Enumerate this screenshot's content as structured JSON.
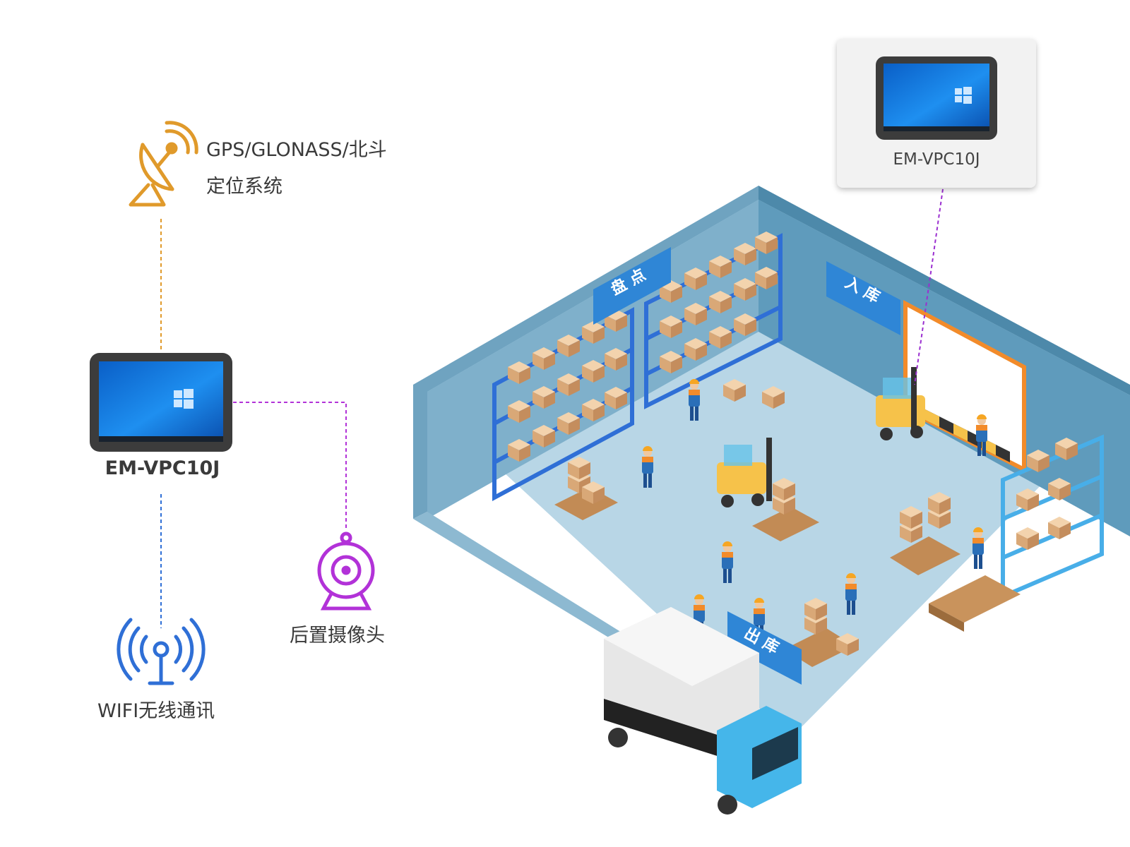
{
  "colors": {
    "gps": "#e09a2b",
    "camera": "#b232d8",
    "wifi": "#2f6fd6",
    "wall": "#6fa3c0",
    "floor": "#b8d6e6",
    "sign": "#2f86d6"
  },
  "icons": {
    "gps": "satellite-dish-icon",
    "camera": "webcam-icon",
    "wifi": "wifi-antenna-icon"
  },
  "gps": {
    "line1": "GPS/GLONASS/北斗",
    "line2": "定位系统"
  },
  "device": {
    "label": "EM-VPC10J"
  },
  "camera": {
    "label": "后置摄像头"
  },
  "wifi": {
    "label": "WIFI无线通讯"
  },
  "card": {
    "label": "EM-VPC10J"
  },
  "zones": {
    "inventory": "盘 点",
    "inbound": "入 库",
    "outbound": "出 库"
  }
}
